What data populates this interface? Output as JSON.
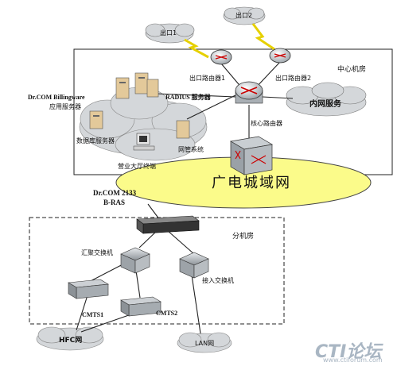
{
  "labels": {
    "exit1": "出口1",
    "exit2": "出口2",
    "central_room": "中心机房",
    "exit_router1": "出口路由器1",
    "exit_router2": "出口路由器2",
    "billingware": "Dr.COM Billingware",
    "app_server": "应用服务器",
    "radius_server": "RADIUS 服务器",
    "intranet_service": "内网服务",
    "core_router": "核心路由器",
    "db_server": "数据库服务器",
    "netmgmt": "网管系统",
    "hall_terminal": "营业大厅终端",
    "metro_net": "广电城域网",
    "bras_model": "Dr.COM 2133",
    "bras": "B-RAS",
    "branch_room": "分机房",
    "agg_switch": "汇聚交换机",
    "access_switch": "接入交换机",
    "cmts1": "CMTS1",
    "cmts2": "CMTS2",
    "hfc": "HFC网",
    "lan": "LAN网",
    "watermark": "CTI论坛",
    "watermark_url": "www.ctiforum.com"
  },
  "colors": {
    "cloud_fill": "#d4d7da",
    "metro_fill": "#fbfb8a",
    "router_fill": "#c9ced2",
    "switch_fill": "#b9bdc1",
    "lightning": "#e6d000",
    "watermark": "#a9b6c3"
  }
}
